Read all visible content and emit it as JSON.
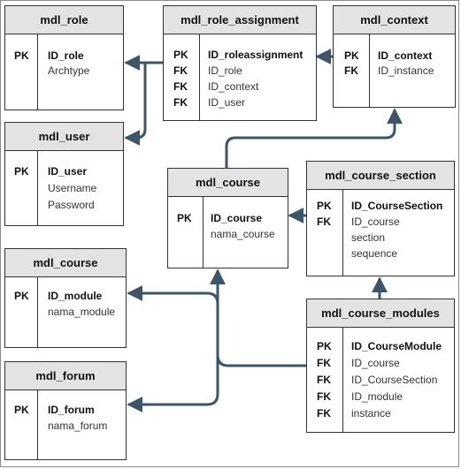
{
  "entities": {
    "role": {
      "title": "mdl_role",
      "rows": [
        {
          "key": "PK",
          "field": "ID_role",
          "primary": true
        },
        {
          "key": "",
          "field": "Archtype",
          "primary": false
        }
      ]
    },
    "role_assignment": {
      "title": "mdl_role_assignment",
      "rows": [
        {
          "key": "PK",
          "field": "ID_roleassignment",
          "primary": true
        },
        {
          "key": "FK",
          "field": "ID_role",
          "primary": false
        },
        {
          "key": "FK",
          "field": "ID_context",
          "primary": false
        },
        {
          "key": "FK",
          "field": "ID_user",
          "primary": false
        }
      ]
    },
    "context": {
      "title": "mdl_context",
      "rows": [
        {
          "key": "PK",
          "field": "ID_context",
          "primary": true
        },
        {
          "key": "FK",
          "field": "ID_instance",
          "primary": false
        }
      ]
    },
    "user": {
      "title": "mdl_user",
      "rows": [
        {
          "key": "PK",
          "field": "ID_user",
          "primary": true
        },
        {
          "key": "",
          "field": "Username",
          "primary": false
        },
        {
          "key": "",
          "field": "Password",
          "primary": false
        }
      ]
    },
    "course": {
      "title": "mdl_course",
      "rows": [
        {
          "key": "PK",
          "field": "ID_course",
          "primary": true
        },
        {
          "key": "",
          "field": "nama_course",
          "primary": false
        }
      ]
    },
    "course_section": {
      "title": "mdl_course_section",
      "rows": [
        {
          "key": "PK",
          "field": "ID_CourseSection",
          "primary": true
        },
        {
          "key": "FK",
          "field": "ID_course",
          "primary": false
        },
        {
          "key": "",
          "field": "section",
          "primary": false
        },
        {
          "key": "",
          "field": "sequence",
          "primary": false
        }
      ]
    },
    "module": {
      "title": "mdl_course",
      "rows": [
        {
          "key": "PK",
          "field": "ID_module",
          "primary": true
        },
        {
          "key": "",
          "field": "nama_module",
          "primary": false
        }
      ]
    },
    "course_modules": {
      "title": "mdl_course_modules",
      "rows": [
        {
          "key": "PK",
          "field": "ID_CourseModule",
          "primary": true
        },
        {
          "key": "FK",
          "field": "ID_course",
          "primary": false
        },
        {
          "key": "FK",
          "field": "ID_CourseSection",
          "primary": false
        },
        {
          "key": "FK",
          "field": "ID_module",
          "primary": false
        },
        {
          "key": "FK",
          "field": "instance",
          "primary": false
        }
      ]
    },
    "forum": {
      "title": "mdl_forum",
      "rows": [
        {
          "key": "PK",
          "field": "ID_forum",
          "primary": true
        },
        {
          "key": "",
          "field": "nama_forum",
          "primary": false
        }
      ]
    }
  },
  "colors": {
    "connector": "#3d5566",
    "border": "#333333",
    "header": "#e3e3e3"
  }
}
